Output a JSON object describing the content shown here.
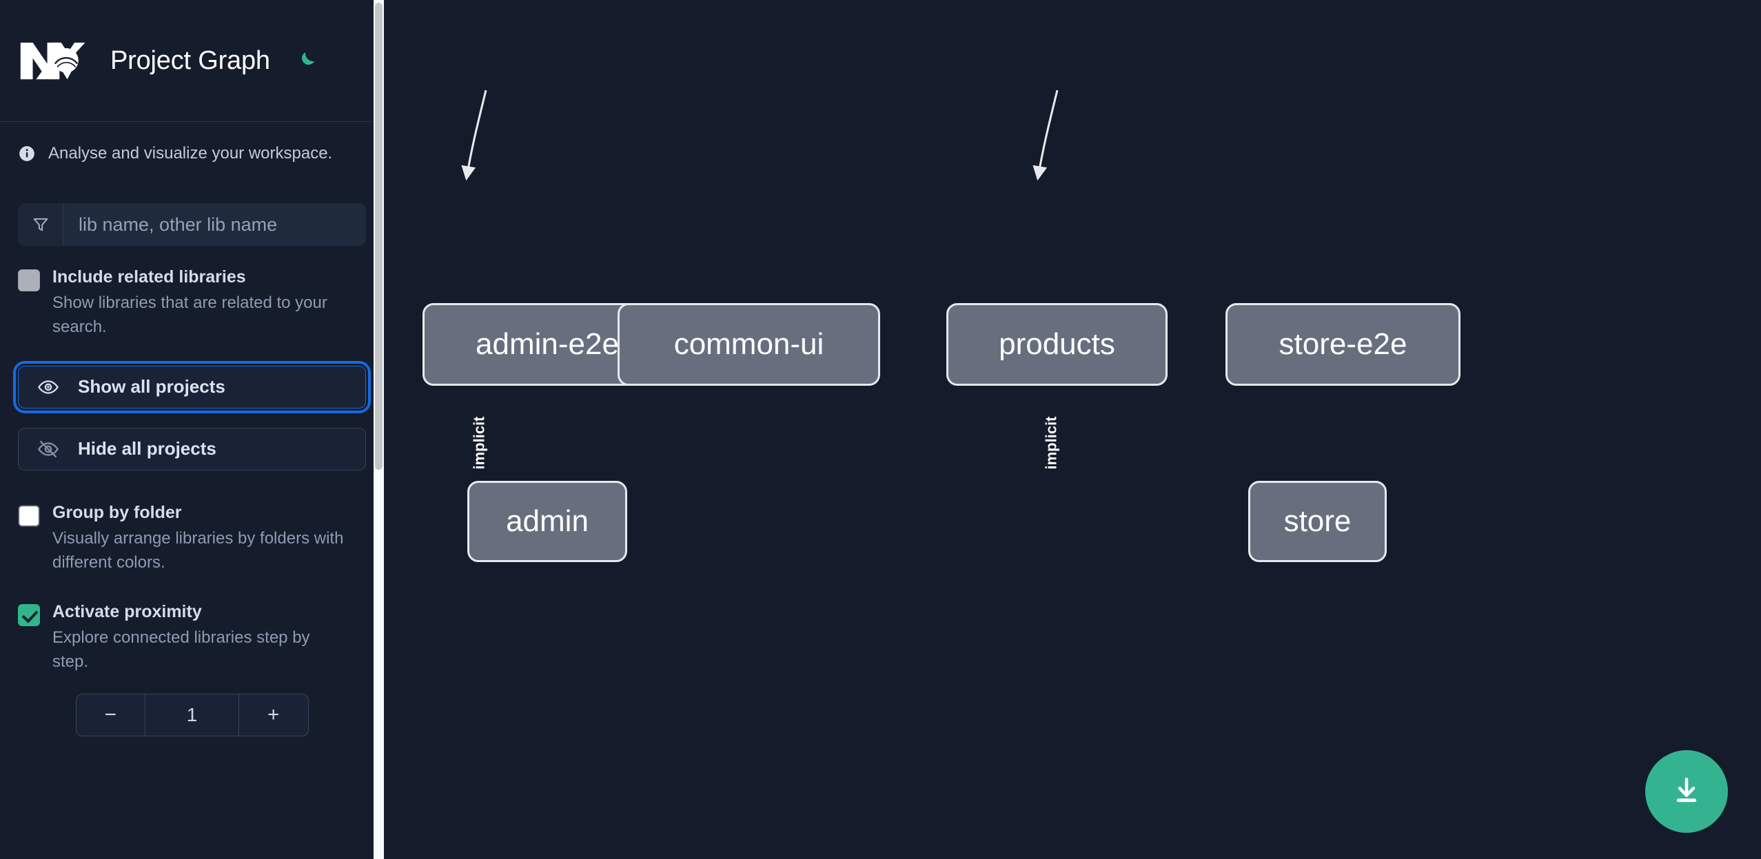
{
  "header": {
    "logo_icon": "nx-logo-icon",
    "title": "Project Graph",
    "theme_toggle_icon": "moon-icon",
    "theme_accent": "#2fb68a"
  },
  "sidebar": {
    "tagline": {
      "icon": "info-icon",
      "text": "Analyse and visualize your workspace."
    },
    "search": {
      "icon": "filter-funnel-icon",
      "value": "",
      "placeholder": "lib name, other lib name"
    },
    "options": [
      {
        "id": "include-related-libraries",
        "title": "Include related libraries",
        "description": "Show libraries that are related to your search.",
        "checkbox_state": "unchecked-disabled",
        "checkbox_color": "#adb0b8"
      },
      {
        "id": "group-by-folder",
        "title": "Group by folder",
        "description": "Visually arrange libraries by folders with different colors.",
        "checkbox_state": "unchecked",
        "checkbox_color": "#ffffff"
      },
      {
        "id": "activate-proximity",
        "title": "Activate proximity",
        "description": "Explore connected libraries step by step.",
        "checkbox_state": "checked",
        "checkbox_color": "#2fb68a"
      }
    ],
    "buttons": [
      {
        "id": "show-all-projects",
        "label": "Show all projects",
        "icon": "eye-icon",
        "focused": true
      },
      {
        "id": "hide-all-projects",
        "label": "Hide all projects",
        "icon": "eye-off-icon",
        "focused": false
      }
    ],
    "stepper": {
      "decrement_label": "−",
      "value": "1",
      "increment_label": "+"
    },
    "scrollbar": {
      "orientation": "vertical",
      "thumb_color": "#c4c6c9"
    }
  },
  "graph": {
    "nodes": [
      {
        "id": "admin-e2e",
        "label": "admin-e2e"
      },
      {
        "id": "common-ui",
        "label": "common-ui"
      },
      {
        "id": "products",
        "label": "products"
      },
      {
        "id": "store-e2e",
        "label": "store-e2e"
      },
      {
        "id": "admin",
        "label": "admin"
      },
      {
        "id": "store",
        "label": "store"
      }
    ],
    "edges": [
      {
        "from": "admin-e2e",
        "to": "admin",
        "label": "implicit"
      },
      {
        "from": "store-e2e",
        "to": "store",
        "label": "implicit"
      }
    ],
    "node_fill": "#676f7f",
    "node_border": "#e7e9ee",
    "background": "#141b2b"
  },
  "fab": {
    "icon": "download-icon",
    "color": "#34b391"
  }
}
